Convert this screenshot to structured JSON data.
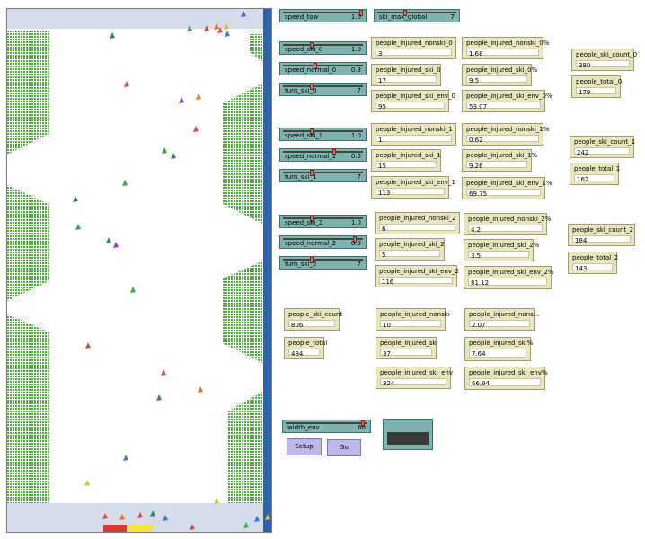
{
  "world": {
    "snow_color": "#ffffff",
    "base_color": "#d5dded",
    "tree_color": "#4caf3a",
    "edge_color": "#2f5fb0",
    "marker_colors": [
      "#d93a2b",
      "#f4e33a"
    ],
    "skier_colors": [
      "#2e8b57",
      "#3aa84a",
      "#d94a4a",
      "#8a3fd0",
      "#e07030",
      "#2f7fd8",
      "#e0c030"
    ]
  },
  "sliders": {
    "speed_tow": {
      "label": "speed_tow",
      "value": "1.0",
      "level": 1.0
    },
    "ski_max_global": {
      "label": "ski_max_global",
      "value": "7",
      "level": 0.35
    },
    "speed_ski_0": {
      "label": "speed_ski_0",
      "value": "1.0",
      "level": 0.35
    },
    "speed_normal_0": {
      "label": "speed_normal_0",
      "value": "0.3",
      "level": 0.4
    },
    "turn_ski_0": {
      "label": "turn_ski_0",
      "value": "7",
      "level": 0.35
    },
    "speed_ski_1": {
      "label": "speed_ski_1",
      "value": "1.0",
      "level": 0.35
    },
    "speed_normal_1": {
      "label": "speed_normal_1",
      "value": "0.6",
      "level": 0.65
    },
    "turn_ski_1": {
      "label": "turn_ski_1",
      "value": "7",
      "level": 0.35
    },
    "speed_ski_2": {
      "label": "speed_ski_2",
      "value": "1.0",
      "level": 0.35
    },
    "speed_normal_2": {
      "label": "speed_normal_2",
      "value": "0.9",
      "level": 0.92
    },
    "turn_ski_2": {
      "label": "turn_ski_2",
      "value": "7",
      "level": 0.35
    },
    "width_env": {
      "label": "width_env",
      "value": "60",
      "level": 0.97
    }
  },
  "monitors": {
    "people_injured_nonski_0": {
      "label": "people_injured_nonski_0",
      "value": "3"
    },
    "people_injured_ski_0": {
      "label": "people_injured_ski_0",
      "value": "17"
    },
    "people_injured_ski_env_0": {
      "label": "people_injured_ski_env_0",
      "value": "95"
    },
    "people_injured_nonski_0pct": {
      "label": "people_injured_nonski_0%",
      "value": "1.68"
    },
    "people_injured_ski_0pct": {
      "label": "people_injured_ski_0%",
      "value": "9.5"
    },
    "people_injured_ski_env_0pct": {
      "label": "people_injured_ski_env_0%",
      "value": "53.07"
    },
    "people_ski_count_0": {
      "label": "people_ski_count_0",
      "value": "380"
    },
    "people_total_0": {
      "label": "people_total_0",
      "value": "179"
    },
    "people_injured_nonski_1": {
      "label": "people_injured_nonski_1",
      "value": "1"
    },
    "people_injured_ski_1": {
      "label": "people_injured_ski_1",
      "value": "15"
    },
    "people_injured_ski_env_1": {
      "label": "people_injured_ski_env_1",
      "value": "113"
    },
    "people_injured_nonski_1pct": {
      "label": "people_injured_nonski_1%",
      "value": "0.62"
    },
    "people_injured_ski_1pct": {
      "label": "people_injured_ski_1%",
      "value": "9.26"
    },
    "people_injured_ski_env_1pct": {
      "label": "people_injured_ski_env_1%",
      "value": "69.75"
    },
    "people_ski_count_1": {
      "label": "people_ski_count_1",
      "value": "242"
    },
    "people_total_1": {
      "label": "people_total_1",
      "value": "162"
    },
    "people_injured_nonski_2": {
      "label": "people_injured_nonski_2",
      "value": "6"
    },
    "people_injured_ski_2": {
      "label": "people_injured_ski_2",
      "value": "5"
    },
    "people_injured_ski_env_2": {
      "label": "people_injured_ski_env_2",
      "value": "116"
    },
    "people_injured_nonski_2pct": {
      "label": "people_injured_nonski_2%",
      "value": "4.2"
    },
    "people_injured_ski_2pct": {
      "label": "people_injured_ski_2%",
      "value": "3.5"
    },
    "people_injured_ski_env_2pct": {
      "label": "people_injured_ski_env_2%",
      "value": "81.12"
    },
    "people_ski_count_2": {
      "label": "people_ski_count_2",
      "value": "184"
    },
    "people_total_2": {
      "label": "people_total_2",
      "value": "143"
    },
    "people_ski_count": {
      "label": "people_ski_count",
      "value": "806"
    },
    "people_total": {
      "label": "people_total",
      "value": "484"
    },
    "people_injured_nonski": {
      "label": "people_injured_nonski",
      "value": "10"
    },
    "people_injured_ski": {
      "label": "people_injured_ski",
      "value": "37"
    },
    "people_injured_ski_env": {
      "label": "people_injured_ski_env",
      "value": "324"
    },
    "people_injured_nonski_pct": {
      "label": "people_injured_nons...",
      "value": "2.07"
    },
    "people_injured_ski_pct": {
      "label": "people_injured_ski%",
      "value": "7.64"
    },
    "people_injured_ski_env_pct": {
      "label": "people_injured_ski_env%",
      "value": "66.94"
    }
  },
  "buttons": {
    "setup": "Setup",
    "go": "Go"
  }
}
